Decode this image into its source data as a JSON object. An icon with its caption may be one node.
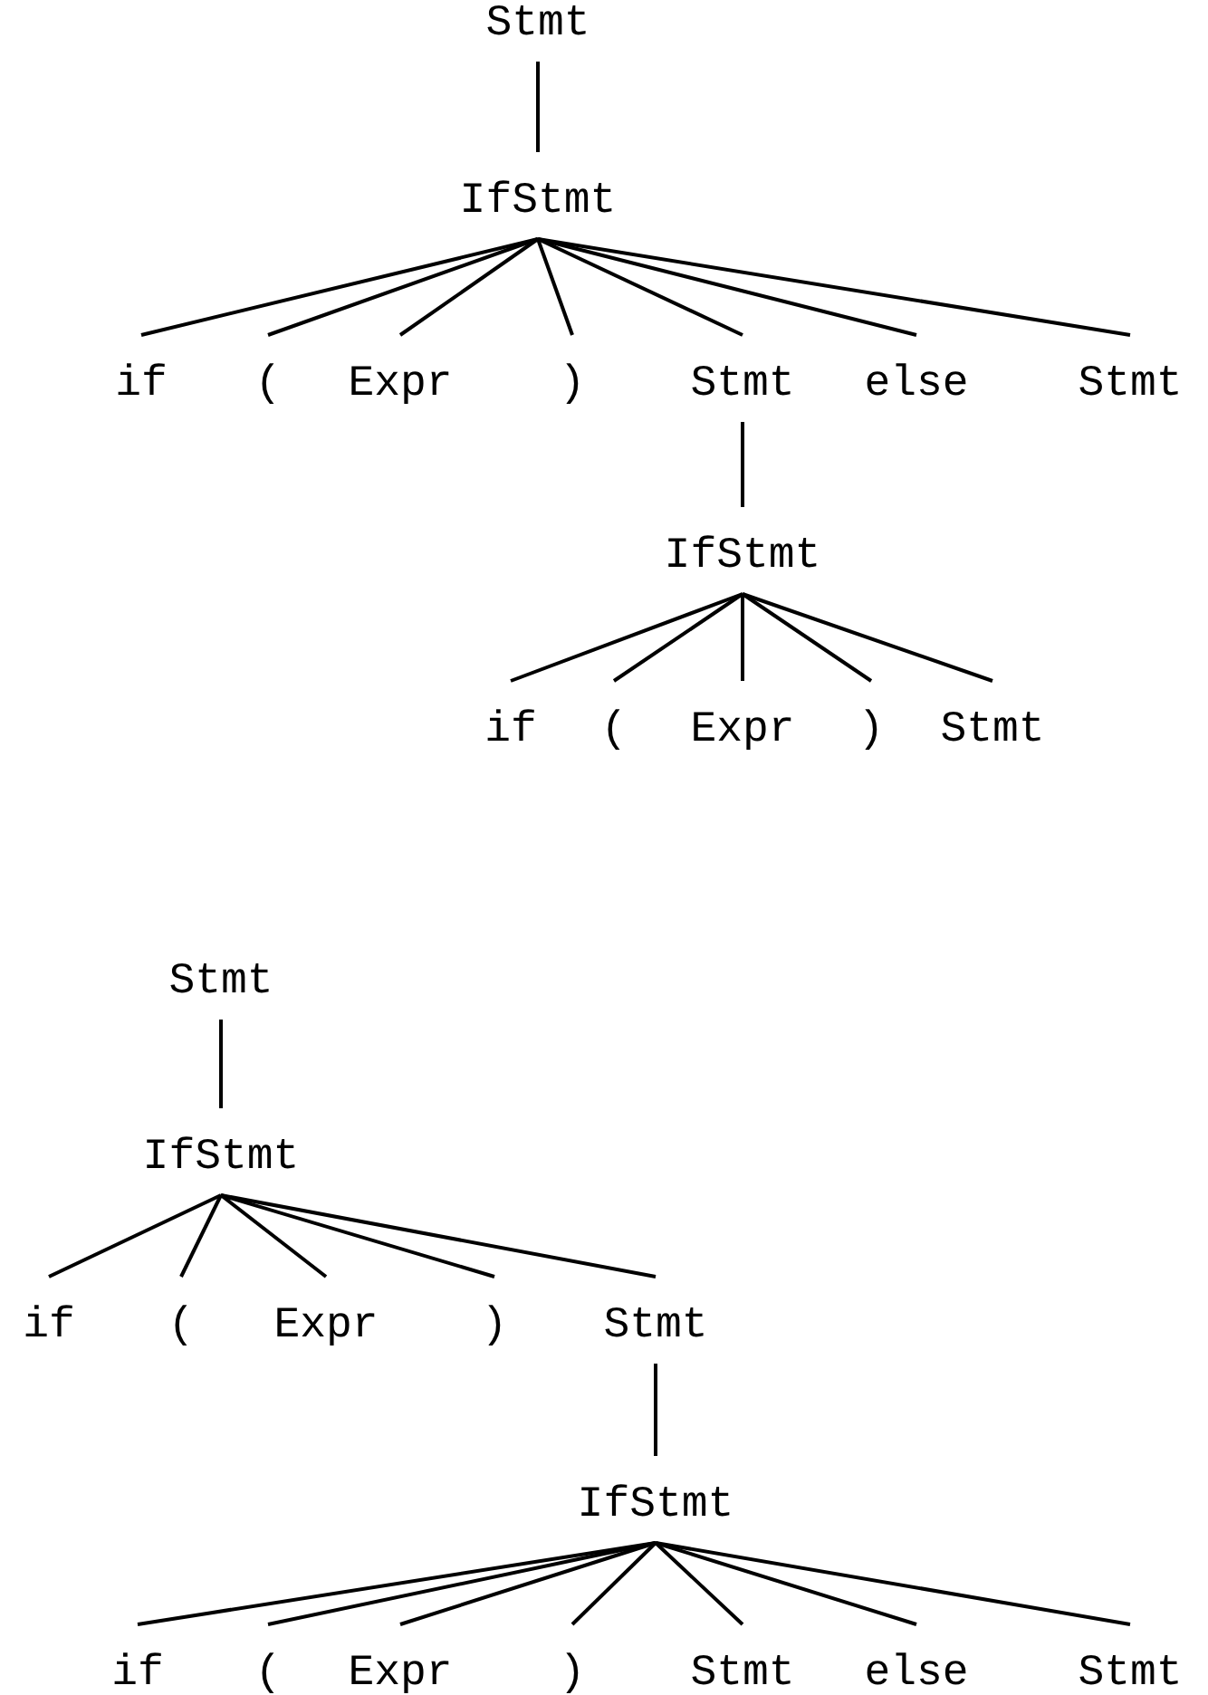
{
  "diagram": {
    "nodes": [
      {
        "text": [
          "Stmt"
        ]
      },
      {
        "text": [
          "IfStmt"
        ]
      },
      {
        "text": [
          "if"
        ]
      },
      {
        "text": [
          "("
        ]
      },
      {
        "text": [
          "Expr"
        ]
      },
      {
        "text": [
          ")"
        ]
      },
      {
        "text": [
          "Stmt"
        ]
      },
      {
        "text": [
          "else"
        ]
      },
      {
        "text": [
          "Stmt"
        ]
      },
      {
        "text": [
          "IfStmt"
        ]
      },
      {
        "text": [
          "if"
        ]
      },
      {
        "text": [
          "("
        ]
      },
      {
        "text": [
          "Expr"
        ]
      },
      {
        "text": [
          ")"
        ]
      },
      {
        "text": [
          "Stmt"
        ]
      },
      {
        "text": [
          "Stmt"
        ]
      },
      {
        "text": [
          "IfStmt"
        ]
      },
      {
        "text": [
          "if"
        ]
      },
      {
        "text": [
          "("
        ]
      },
      {
        "text": [
          "Expr"
        ]
      },
      {
        "text": [
          ")"
        ]
      },
      {
        "text": [
          "Stmt"
        ]
      },
      {
        "text": [
          "IfStmt"
        ]
      },
      {
        "text": [
          "if"
        ]
      },
      {
        "text": [
          "("
        ]
      },
      {
        "text": [
          "Expr"
        ]
      },
      {
        "text": [
          ")"
        ]
      },
      {
        "text": [
          "Stmt"
        ]
      },
      {
        "text": [
          "else"
        ]
      },
      {
        "text": [
          "Stmt"
        ]
      }
    ],
    "edges": [
      {
        "from": 0,
        "to": 1,
        "arrow": "none"
      },
      {
        "from": 1,
        "to": 2,
        "arrow": "none"
      },
      {
        "from": 1,
        "to": 3,
        "arrow": "none"
      },
      {
        "from": 1,
        "to": 4,
        "arrow": "none"
      },
      {
        "from": 1,
        "to": 5,
        "arrow": "none"
      },
      {
        "from": 1,
        "to": 6,
        "arrow": "none"
      },
      {
        "from": 1,
        "to": 7,
        "arrow": "none"
      },
      {
        "from": 1,
        "to": 8,
        "arrow": "none"
      },
      {
        "from": 6,
        "to": 9,
        "arrow": "none"
      },
      {
        "from": 9,
        "to": 10,
        "arrow": "none"
      },
      {
        "from": 9,
        "to": 11,
        "arrow": "none"
      },
      {
        "from": 9,
        "to": 12,
        "arrow": "none"
      },
      {
        "from": 9,
        "to": 13,
        "arrow": "none"
      },
      {
        "from": 9,
        "to": 14,
        "arrow": "none"
      },
      {
        "from": 15,
        "to": 16,
        "arrow": "none"
      },
      {
        "from": 16,
        "to": 17,
        "arrow": "none"
      },
      {
        "from": 16,
        "to": 18,
        "arrow": "none"
      },
      {
        "from": 16,
        "to": 19,
        "arrow": "none"
      },
      {
        "from": 16,
        "to": 20,
        "arrow": "none"
      },
      {
        "from": 16,
        "to": 21,
        "arrow": "none"
      },
      {
        "from": 21,
        "to": 22,
        "arrow": "none"
      },
      {
        "from": 22,
        "to": 23,
        "arrow": "none"
      },
      {
        "from": 22,
        "to": 24,
        "arrow": "none"
      },
      {
        "from": 22,
        "to": 25,
        "arrow": "none"
      },
      {
        "from": 22,
        "to": 26,
        "arrow": "none"
      },
      {
        "from": 22,
        "to": 27,
        "arrow": "none"
      },
      {
        "from": 22,
        "to": 28,
        "arrow": "none"
      },
      {
        "from": 22,
        "to": 29,
        "arrow": "none"
      }
    ]
  }
}
